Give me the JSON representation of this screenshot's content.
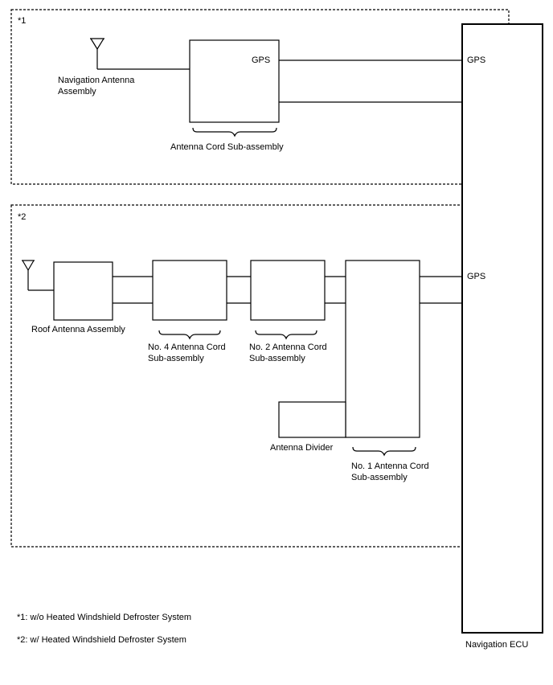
{
  "section1": {
    "tag": "*1",
    "antenna_label_line1": "Navigation Antenna",
    "antenna_label_line2": "Assembly",
    "gps_box_pin": "GPS",
    "ecu_pin": "GPS",
    "cord_label": "Antenna Cord Sub-assembly"
  },
  "section2": {
    "tag": "*2",
    "roof_antenna_label": "Roof Antenna Assembly",
    "no4_label_line1": "No. 4 Antenna Cord",
    "no4_label_line2": "Sub-assembly",
    "no2_label_line1": "No. 2 Antenna Cord",
    "no2_label_line2": "Sub-assembly",
    "divider_label": "Antenna Divider",
    "no1_label_line1": "No. 1 Antenna Cord",
    "no1_label_line2": "Sub-assembly",
    "ecu_pin": "GPS"
  },
  "ecu_label": "Navigation ECU",
  "notes": {
    "note1": "*1: w/o Heated Windshield Defroster System",
    "note2": "*2: w/ Heated Windshield Defroster System"
  }
}
